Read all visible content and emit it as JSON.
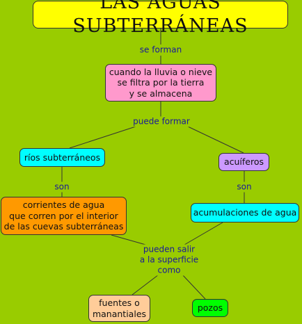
{
  "colors": {
    "background": "#99cc00",
    "line": "#333333",
    "link_text": "#1a1a99",
    "title": "#ffff00",
    "pink": "#ff99cc",
    "cyan": "#00ffff",
    "purple": "#cc99ff",
    "orange": "#ff9900",
    "peach": "#ffcc99",
    "green": "#00ff00"
  },
  "nodes": {
    "title": "LAS AGUAS SUBTERRÁNEAS",
    "lluvia": "cuando la lluvia o nieve\nse filtra por la tierra\ny se almacena",
    "rios": "ríos subterráneos",
    "acuiferos": "acuíferos",
    "corrientes": "corrientes de agua\nque corren por el interior\nde las cuevas subterráneas",
    "acumulaciones": "acumulaciones de agua",
    "fuentes": "fuentes o\nmanantiales",
    "pozos": "pozos"
  },
  "links": {
    "se_forman": "se forman",
    "puede_formar": "puede formar",
    "son_1": "son",
    "son_2": "son",
    "pueden_salir": "pueden salir\na la superficie\ncomo"
  }
}
